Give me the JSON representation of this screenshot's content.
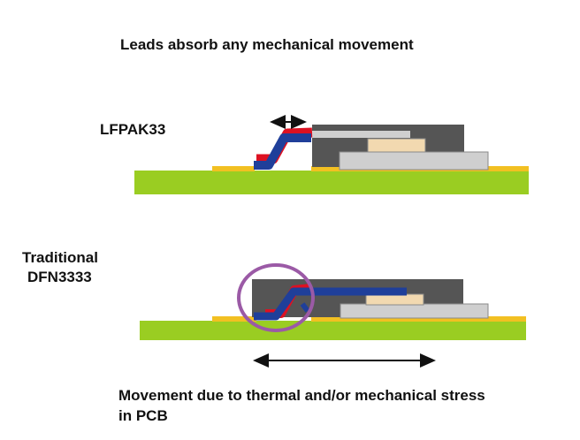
{
  "title": "Leads absorb any mechanical movement",
  "labels": {
    "lfpak": "LFPAK33",
    "traditional_line1": "Traditional",
    "traditional_line2": "DFN3333"
  },
  "caption": {
    "line1": "Movement due to thermal and/or mechanical stress",
    "line2": "in PCB"
  },
  "colors": {
    "pcb": "#9acd22",
    "solder": "#f2c022",
    "package_body": "#555555",
    "die_carrier": "#cfcfcf",
    "die": "#f2d9b0",
    "lead_blue": "#1f3f9a",
    "lead_red": "#dd1122",
    "highlight_circle": "#9b5aa6"
  }
}
